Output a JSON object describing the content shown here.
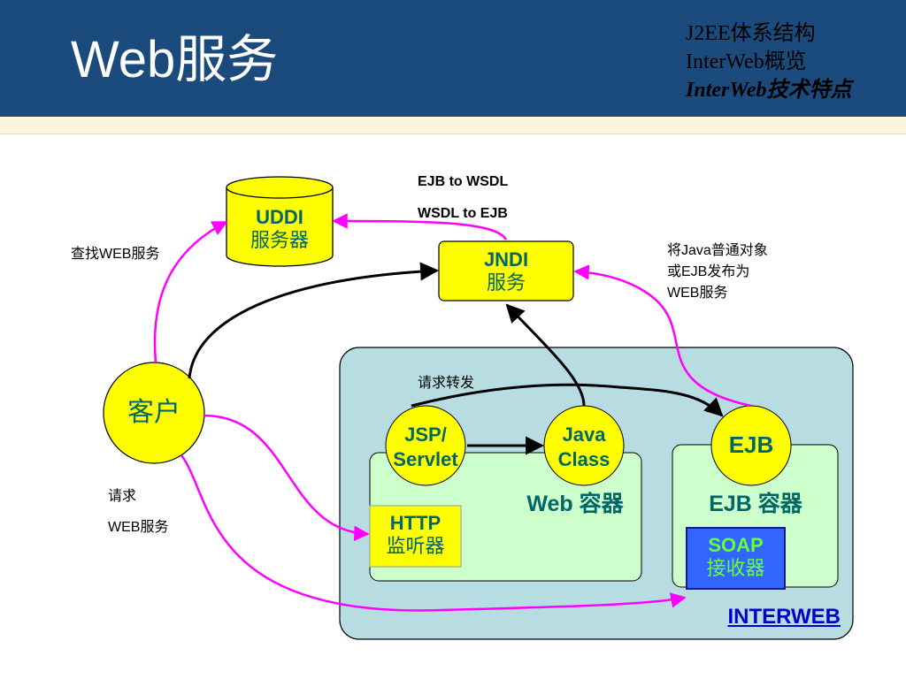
{
  "slide": {
    "title": "Web服务",
    "nav": [
      "J2EE体系结构",
      "InterWeb概览",
      "InterWeb技术特点"
    ]
  },
  "diagram": {
    "uddi": [
      "UDDI",
      "服务器"
    ],
    "jndi": [
      "JNDI",
      "服务"
    ],
    "client": "客户",
    "jsp": [
      "JSP/",
      "Servlet"
    ],
    "java_class": [
      "Java",
      "Class"
    ],
    "ejb": "EJB",
    "web_container": "Web 容器",
    "ejb_container": "EJB 容器",
    "http": [
      "HTTP",
      "监听器"
    ],
    "soap": [
      "SOAP",
      "接收器"
    ],
    "interweb": "INTERWEB",
    "labels": {
      "ejb_to_wsdl": "EJB to WSDL",
      "wsdl_to_ejb": "WSDL to EJB",
      "find_web_service": "查找WEB服务",
      "publish": [
        "将Java普通对象",
        "或EJB发布为",
        "WEB服务"
      ],
      "request_forward": "请求转发",
      "request": "请求",
      "web_service": "WEB服务"
    },
    "colors": {
      "header_bg": "#1b4a7c",
      "node_yellow": "#ffff00",
      "web_container_fill": "#ccffcc",
      "interweb_fill": "#b7dde2",
      "soap_fill": "#3366ff",
      "soap_text": "#66ff33",
      "accent_text": "#006666",
      "magenta_arrow": "#ff00ff"
    }
  }
}
